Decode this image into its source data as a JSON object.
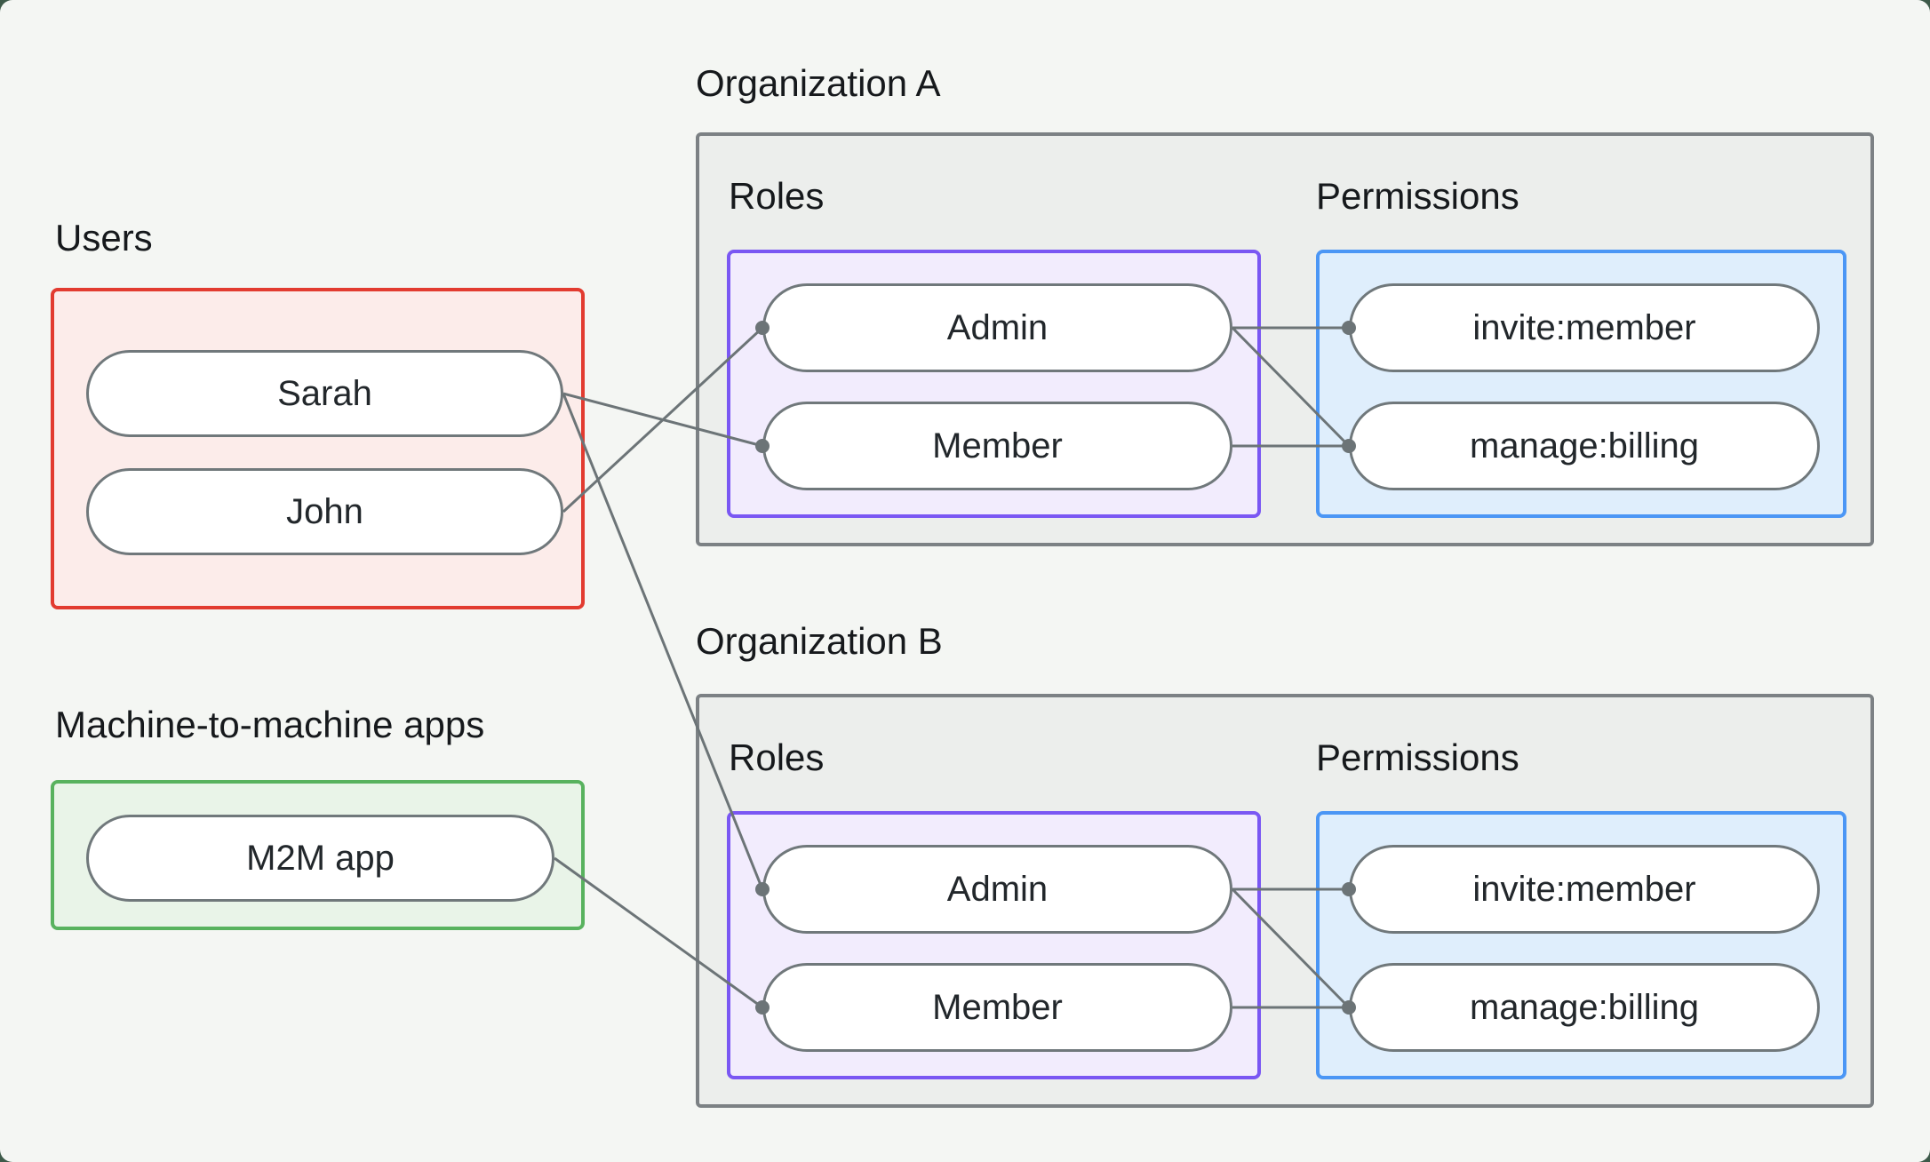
{
  "users_section": {
    "label": "Users",
    "items": [
      "Sarah",
      "John"
    ]
  },
  "m2m_section": {
    "label": "Machine-to-machine apps",
    "items": [
      "M2M app"
    ]
  },
  "orgs": [
    {
      "title": "Organization A",
      "roles_label": "Roles",
      "permissions_label": "Permissions",
      "roles": [
        "Admin",
        "Member"
      ],
      "permissions": [
        "invite:member",
        "manage:billing"
      ]
    },
    {
      "title": "Organization B",
      "roles_label": "Roles",
      "permissions_label": "Permissions",
      "roles": [
        "Admin",
        "Member"
      ],
      "permissions": [
        "invite:member",
        "manage:billing"
      ]
    }
  ],
  "connections": [
    [
      "sarah",
      "orgA-member"
    ],
    [
      "john",
      "orgA-admin"
    ],
    [
      "sarah",
      "orgB-admin"
    ],
    [
      "m2m",
      "orgB-member"
    ],
    [
      "orgA-admin",
      "orgA-invite"
    ],
    [
      "orgA-admin",
      "orgA-manage"
    ],
    [
      "orgA-member",
      "orgA-manage"
    ],
    [
      "orgB-admin",
      "orgB-invite"
    ],
    [
      "orgB-admin",
      "orgB-manage"
    ],
    [
      "orgB-member",
      "orgB-manage"
    ]
  ],
  "colors": {
    "page-bg": "#f4f6f3",
    "behind-bg": "#3d5a49",
    "red-border": "#e23b30",
    "red-fill": "#fcecea",
    "green-border": "#58b25e",
    "green-fill": "#e9f4e8",
    "purple-border": "#7a57f3",
    "purple-fill": "#f2ecfd",
    "blue-border": "#4b96f5",
    "blue-fill": "#dfeefc",
    "gray-border": "#7c8184",
    "gray-fill": "#eceeec",
    "pill-border": "#70787b",
    "line": "#6c7477",
    "text": "#22272b",
    "label-text": "#16191c"
  }
}
